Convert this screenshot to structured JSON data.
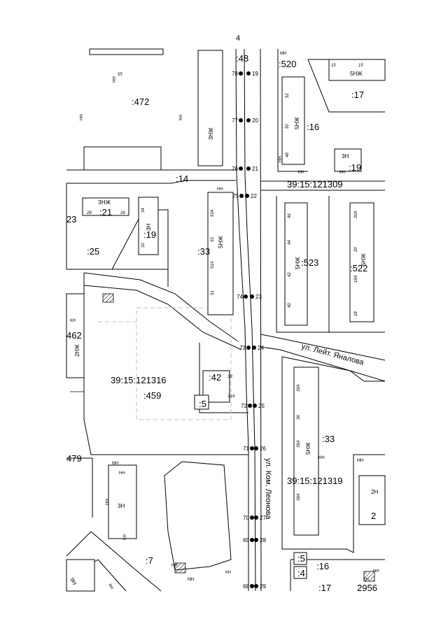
{
  "page": {
    "number": "4"
  },
  "cadastral_blocks": [
    {
      "id": "block-121316",
      "label": "39:15:121316"
    },
    {
      "id": "block-121309",
      "label": "39:15:121309"
    },
    {
      "id": "block-121319",
      "label": "39:15:121319"
    }
  ],
  "streets": [
    {
      "id": "leitenanta-yanalova",
      "label": "ул. Лейт. Яналова"
    },
    {
      "id": "kom-leonova",
      "label": "ул. Ком. Леонова"
    }
  ],
  "parcels": [
    ":48",
    ":520",
    ":17",
    ":472",
    ":16",
    ":19",
    ":14",
    ":21",
    "23",
    ":19",
    ":25",
    ":33",
    ":523",
    ":522",
    "462",
    ":42",
    ":5",
    ":459",
    "479",
    ":33",
    "2",
    ":7",
    ":5",
    ":4",
    ":16",
    ":17",
    "2956"
  ],
  "buildings": [
    "5НЖ",
    "3НЖ",
    "ЗНЖ",
    "5НЖ",
    "5НЖ",
    "5НЖ",
    "5НЖ",
    "3Н",
    "3Н",
    "2НЖ",
    "5НЖ",
    "2Н",
    "3Н",
    "9Н",
    "НН",
    "НН",
    "КН",
    "МН",
    "НН",
    "КН",
    "КН",
    "НН",
    "МН",
    "НН",
    "НН",
    "КН",
    "МН",
    "НН",
    "МН",
    "КН",
    "КН",
    "НН",
    "КН",
    "НН",
    "КН"
  ],
  "house_numbers": [
    "55",
    "15",
    "15",
    "52",
    "50",
    "48",
    "28",
    "26",
    "34",
    "32",
    "53А",
    "53",
    "51А",
    "51",
    "46",
    "44",
    "42",
    "40",
    "20А",
    "20",
    "18А",
    "18",
    "36А",
    "36",
    "36А",
    "36А",
    "39",
    "31А"
  ],
  "boundary_points_left": [
    "78",
    "77",
    "76",
    "75",
    "74",
    "73",
    "72",
    "71",
    "70",
    "69",
    "68"
  ],
  "boundary_points_right": [
    "19",
    "20",
    "21",
    "22",
    "23",
    "24",
    "25",
    "26",
    "27",
    "28",
    "29"
  ]
}
